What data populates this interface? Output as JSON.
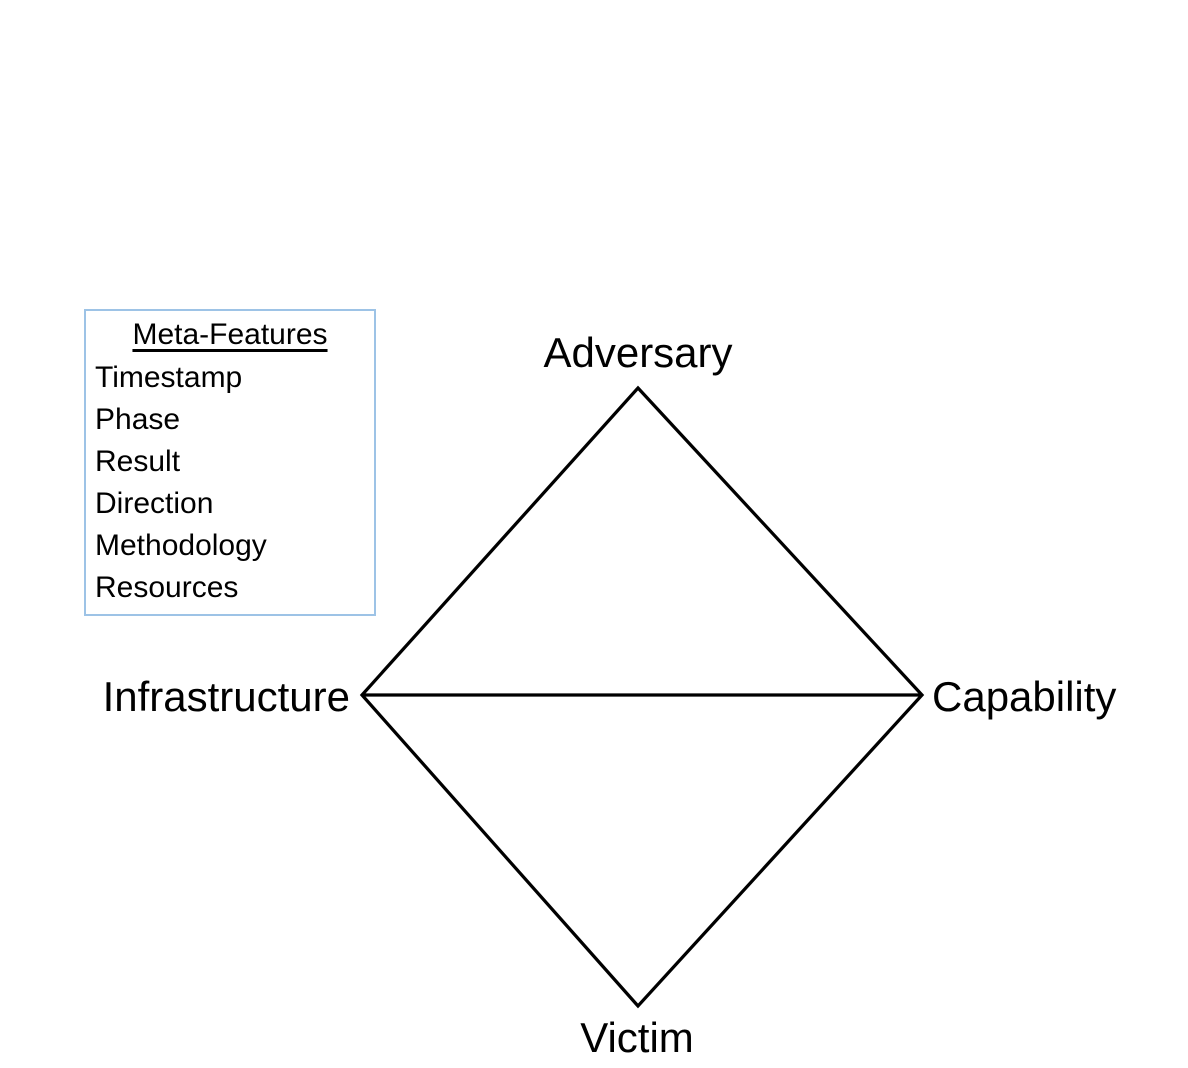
{
  "diagram": {
    "nodes": {
      "top": {
        "label": "Adversary"
      },
      "left": {
        "label": "Infrastructure"
      },
      "right": {
        "label": "Capability"
      },
      "bottom": {
        "label": "Victim"
      }
    }
  },
  "meta_features": {
    "title": "Meta-Features",
    "items": [
      "Timestamp",
      "Phase",
      "Result",
      "Direction",
      "Methodology",
      "Resources"
    ]
  },
  "colors": {
    "background": "#ffffff",
    "line": "#000000",
    "text": "#000000",
    "box_border": "#9DC3E6"
  }
}
